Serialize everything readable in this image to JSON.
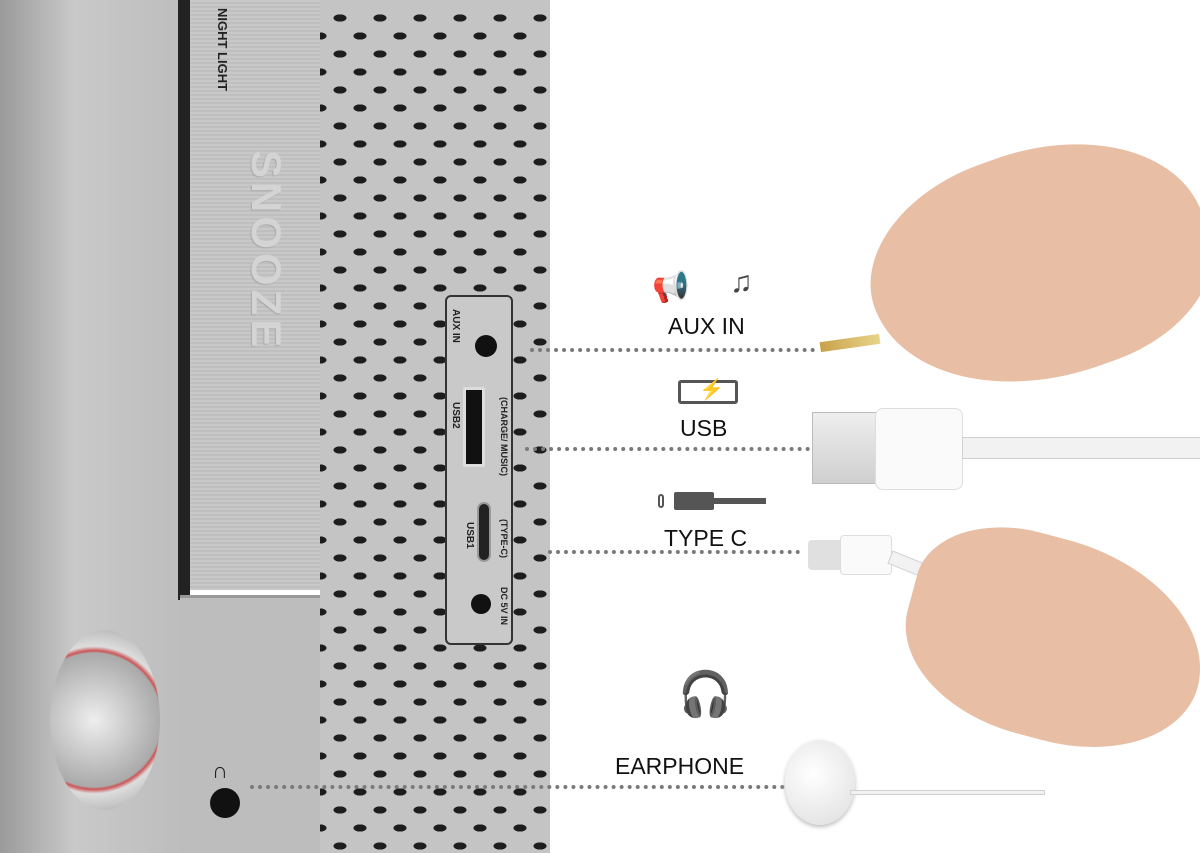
{
  "device": {
    "night_light_label": "NIGHT LIGHT",
    "snooze_label": "SNOOZE",
    "panel": {
      "aux_in": "AUX IN",
      "usb2": "USB2",
      "usb2_note": "(CHARGE/ MUSIC)",
      "usb1": "USB1",
      "usb1_note": "(TYPE-C)",
      "dc_in": "DC 5V IN"
    }
  },
  "callouts": [
    {
      "label": "AUX IN",
      "icon": "speaker-music-icon"
    },
    {
      "label": "USB",
      "icon": "battery-charge-icon"
    },
    {
      "label": "TYPE C",
      "icon": "type-c-cable-icon"
    },
    {
      "label": "EARPHONE",
      "icon": "earphones-icon"
    }
  ]
}
